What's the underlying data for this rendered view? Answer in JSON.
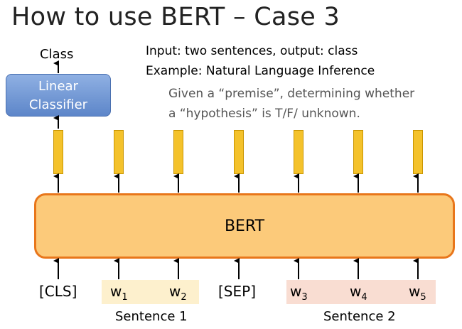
{
  "title": "How to use BERT – Case 3",
  "output_label": "Class",
  "linear_classifier": {
    "line1": "Linear",
    "line2": "Classifier"
  },
  "info": {
    "line1": "Input: two sentences, output: class",
    "line2": "Example: Natural Language Inference",
    "desc1": "Given a “premise”, determining whether",
    "desc2": "a “hypothesis” is T/F/ unknown."
  },
  "bert_label": "BERT",
  "tokens": [
    {
      "base": "[CLS]",
      "sub": ""
    },
    {
      "base": "w",
      "sub": "1"
    },
    {
      "base": "w",
      "sub": "2"
    },
    {
      "base": "[SEP]",
      "sub": ""
    },
    {
      "base": "w",
      "sub": "3"
    },
    {
      "base": "w",
      "sub": "4"
    },
    {
      "base": "w",
      "sub": "5"
    }
  ],
  "sentence_labels": {
    "s1": "Sentence 1",
    "s2": "Sentence 2"
  },
  "colors": {
    "bert_fill": "#fcca7a",
    "bert_border": "#e8761b",
    "vector_fill": "#f4c22b",
    "linear_fill": "#6f94d2",
    "sentence1_bg": "#fdf0cd",
    "sentence2_bg": "#f9ddd2"
  }
}
